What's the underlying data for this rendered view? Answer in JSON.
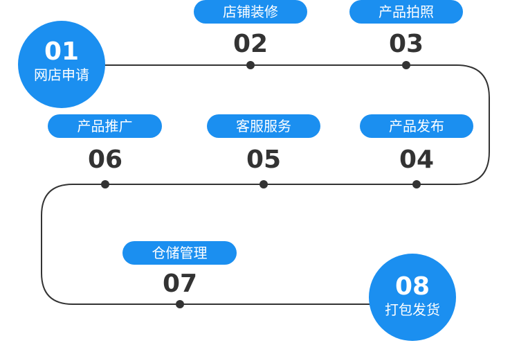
{
  "colors": {
    "accent": "#1b8ff0",
    "line": "#333333",
    "text": "#333333",
    "on_accent": "#ffffff"
  },
  "steps": [
    {
      "number": "01",
      "label": "网店申请"
    },
    {
      "number": "02",
      "label": "店铺装修"
    },
    {
      "number": "03",
      "label": "产品拍照"
    },
    {
      "number": "04",
      "label": "产品发布"
    },
    {
      "number": "05",
      "label": "客服服务"
    },
    {
      "number": "06",
      "label": "产品推广"
    },
    {
      "number": "07",
      "label": "仓储管理"
    },
    {
      "number": "08",
      "label": "打包发货"
    }
  ]
}
